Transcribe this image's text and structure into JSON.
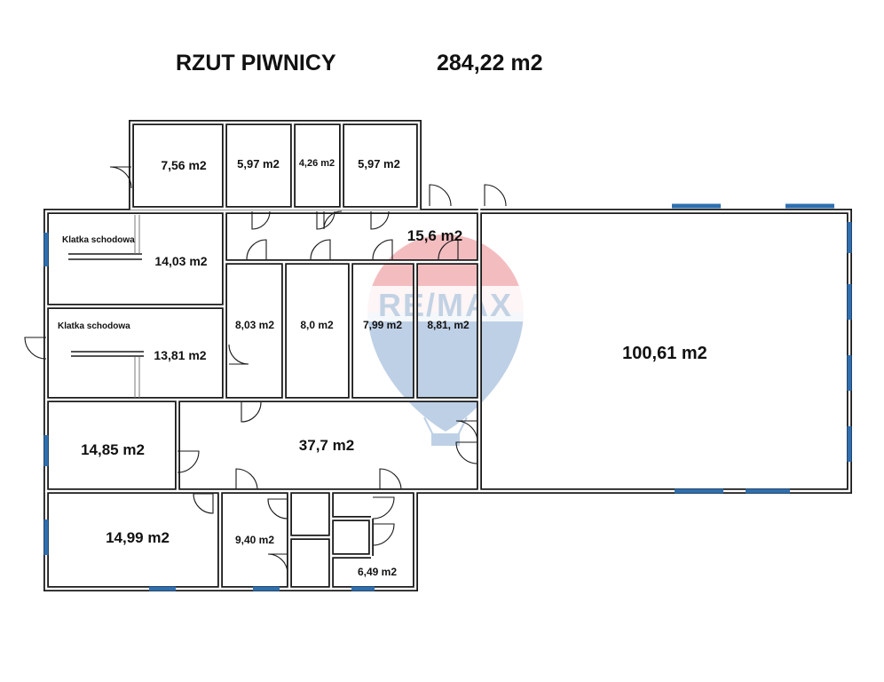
{
  "header": {
    "title": "RZUT PIWNICY",
    "total_area": "284,22 m2"
  },
  "watermark": {
    "brand": "RE/MAX",
    "colors": {
      "red": "#f0a7ac",
      "blue": "#a9c1de",
      "text": "#aec4dc"
    }
  },
  "rooms": {
    "r1": "7,56 m2",
    "r2": "5,97 m2",
    "r3": "4,26 m2",
    "r4": "5,97 m2",
    "corridor_top": "15,6 m2",
    "stair_upper": "14,03 m2",
    "stair_lower": "13,81 m2",
    "c1": "8,03 m2",
    "c2": "8,0 m2",
    "c3": "7,99 m2",
    "c4": "8,81, m2",
    "large_hall": "100,61 m2",
    "middle_hall": "37,7 m2",
    "left_mid": "14,85 m2",
    "left_bottom": "14,99 m2",
    "bottom_small": "9,40 m2",
    "bottom_right": "6,49 m2"
  },
  "stairs": {
    "upper_label": "Klatka schodowa",
    "lower_label": "Klatka schodowa"
  },
  "colors": {
    "wall": "#1a1a1a",
    "window": "#2f6fb0"
  }
}
